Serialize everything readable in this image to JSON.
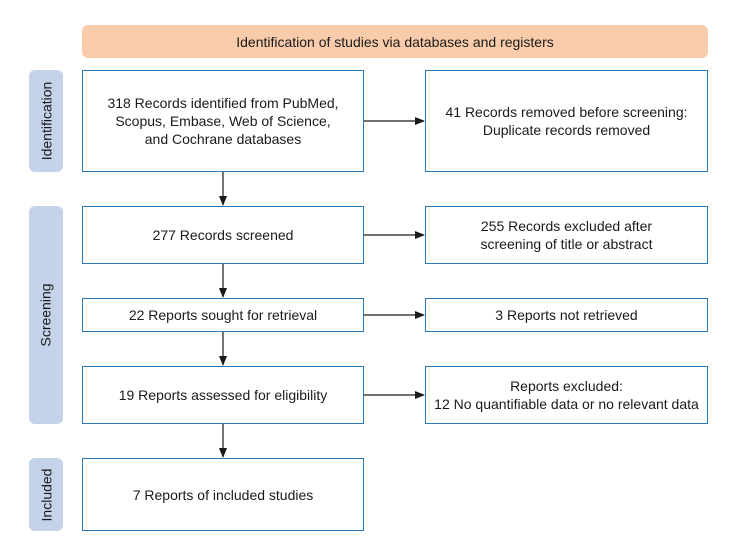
{
  "header": {
    "title": "Identification of studies via databases and registers"
  },
  "phases": {
    "identification": "Identification",
    "screening": "Screening",
    "included": "Included"
  },
  "boxes": {
    "records_identified": "318 Records identified from PubMed,\nScopus, Embase, Web of Science,\nand Cochrane databases",
    "records_removed": "41 Records removed before screening:\nDuplicate records removed",
    "records_screened": "277 Records screened",
    "records_excluded": "255 Records excluded after\nscreening of title or abstract",
    "reports_sought": "22 Reports sought for retrieval",
    "reports_not_retrieved": "3 Reports not retrieved",
    "reports_assessed": "19 Reports assessed for eligibility",
    "reports_excluded": "Reports excluded:\n12 No quantifiable data or no relevant data",
    "reports_included": "7 Reports of included studies"
  },
  "colors": {
    "header_bg": "#f8ccaa",
    "phase_bg": "#c5d3ea",
    "box_border": "#2b79b8",
    "arrow": "#1a1a1a"
  }
}
